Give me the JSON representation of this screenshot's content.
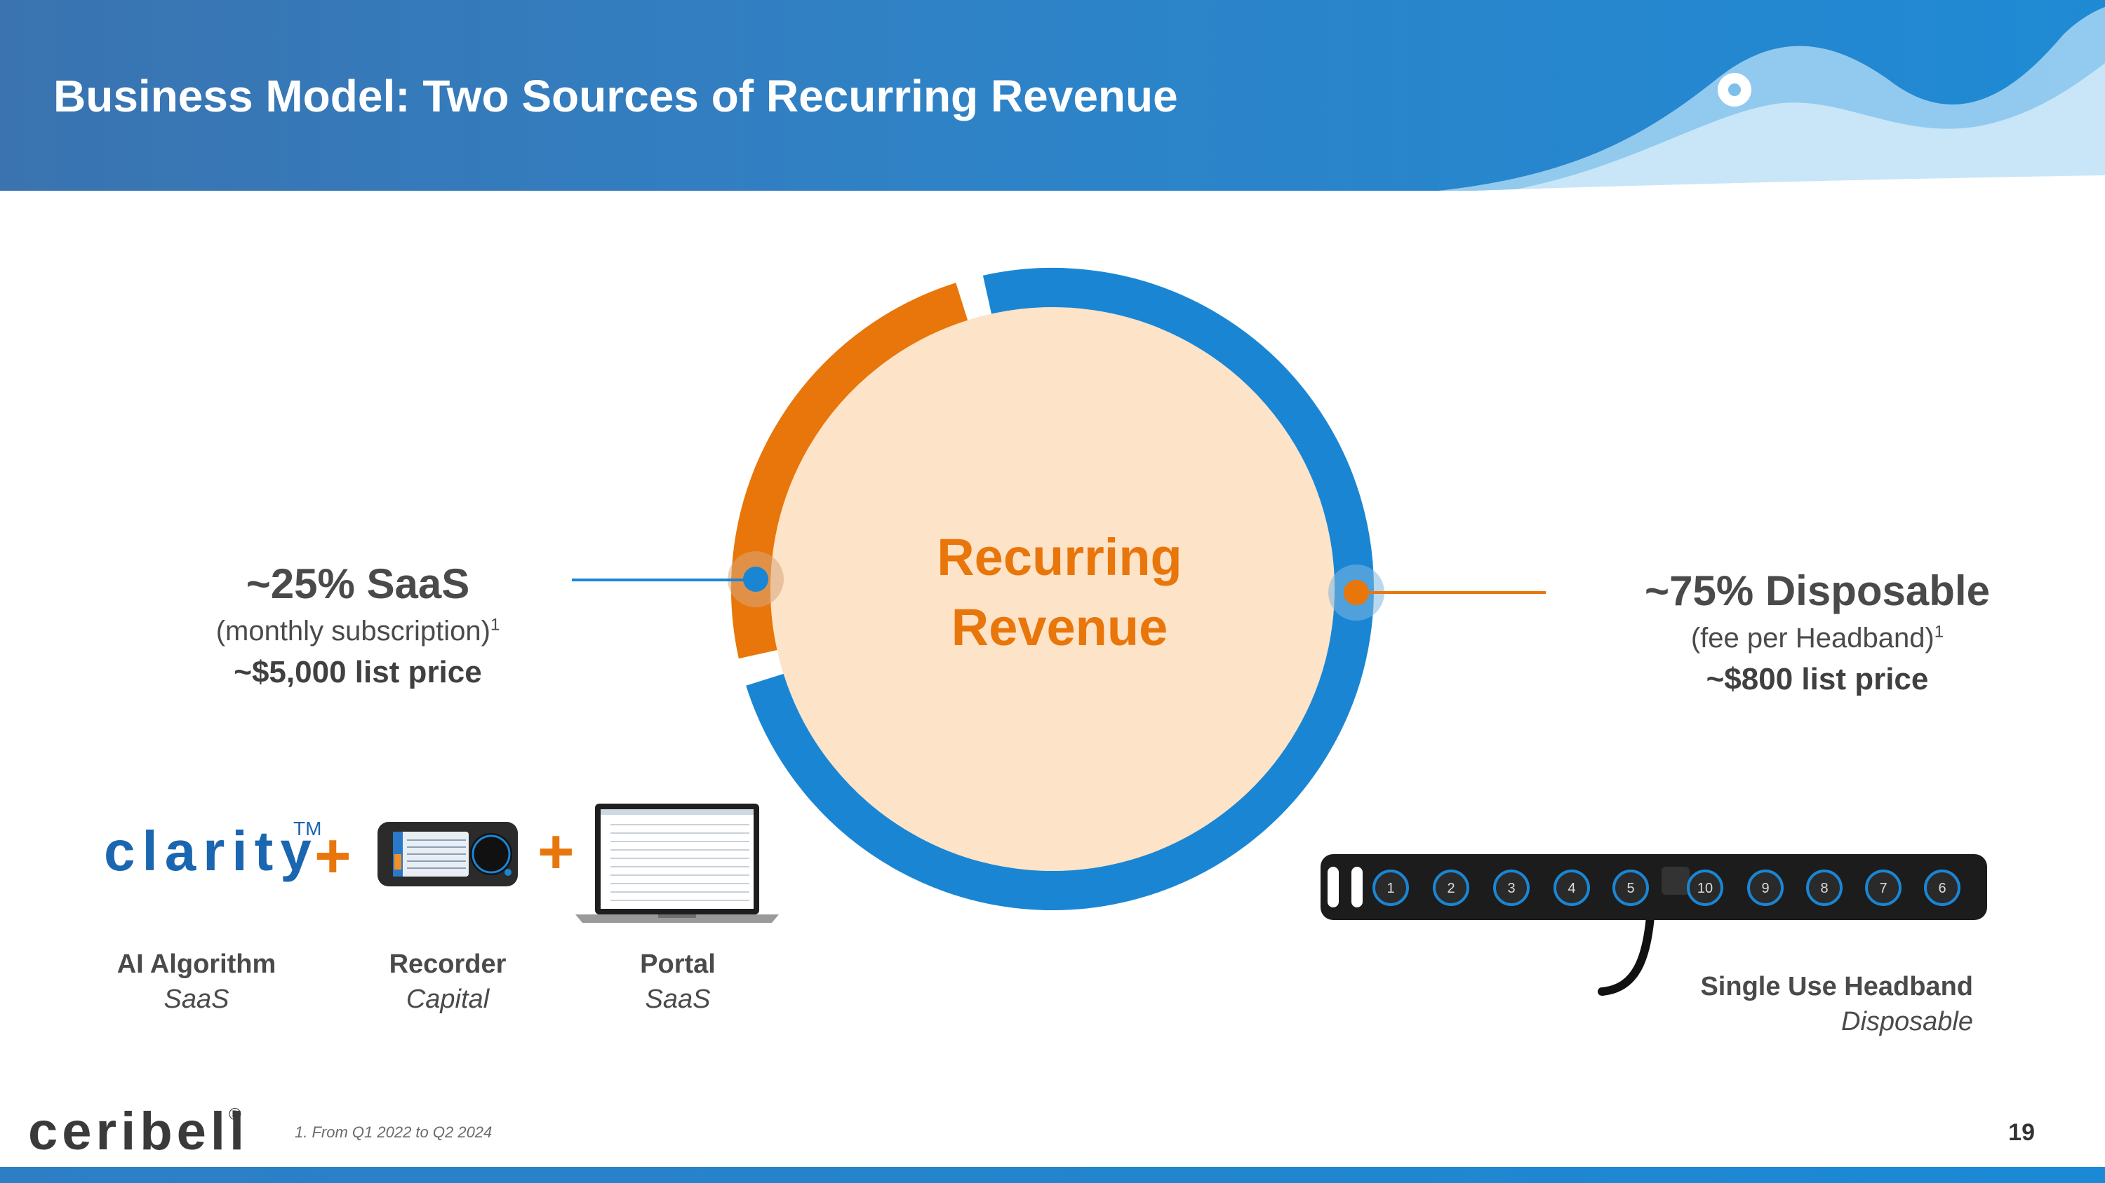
{
  "header": {
    "title": "Business Model: Two Sources of Recurring Revenue"
  },
  "center": {
    "line1": "Recurring",
    "line2": "Revenue"
  },
  "saas": {
    "percent": "~25% SaaS",
    "description": "(monthly subscription)",
    "footnote_ref": "1",
    "price": "~$5,000  list price",
    "share_fraction": 0.25
  },
  "disposable": {
    "percent": "~75% Disposable",
    "description": "(fee per Headband)",
    "footnote_ref": "1",
    "price": "~$800 list price",
    "share_fraction": 0.75
  },
  "products": {
    "clarity_logo": "clarity",
    "clarity_tm": "TM",
    "plus": "+",
    "items": [
      {
        "name": "AI Algorithm",
        "type": "SaaS"
      },
      {
        "name": "Recorder",
        "type": "Capital"
      },
      {
        "name": "Portal",
        "type": "SaaS"
      }
    ]
  },
  "headband": {
    "name": "Single Use Headband",
    "type": "Disposable",
    "electrodes": [
      "1",
      "2",
      "3",
      "4",
      "5",
      "10",
      "9",
      "8",
      "7",
      "6"
    ]
  },
  "footer": {
    "logo": "ceribell",
    "logo_reg": "®",
    "footnote": "1. From Q1 2022 to Q2 2024",
    "page_number": "19"
  },
  "colors": {
    "blue": "#1a86d3",
    "orange": "#e8760a",
    "peach": "#fde3c7",
    "header_blue": "#3a73b0"
  }
}
